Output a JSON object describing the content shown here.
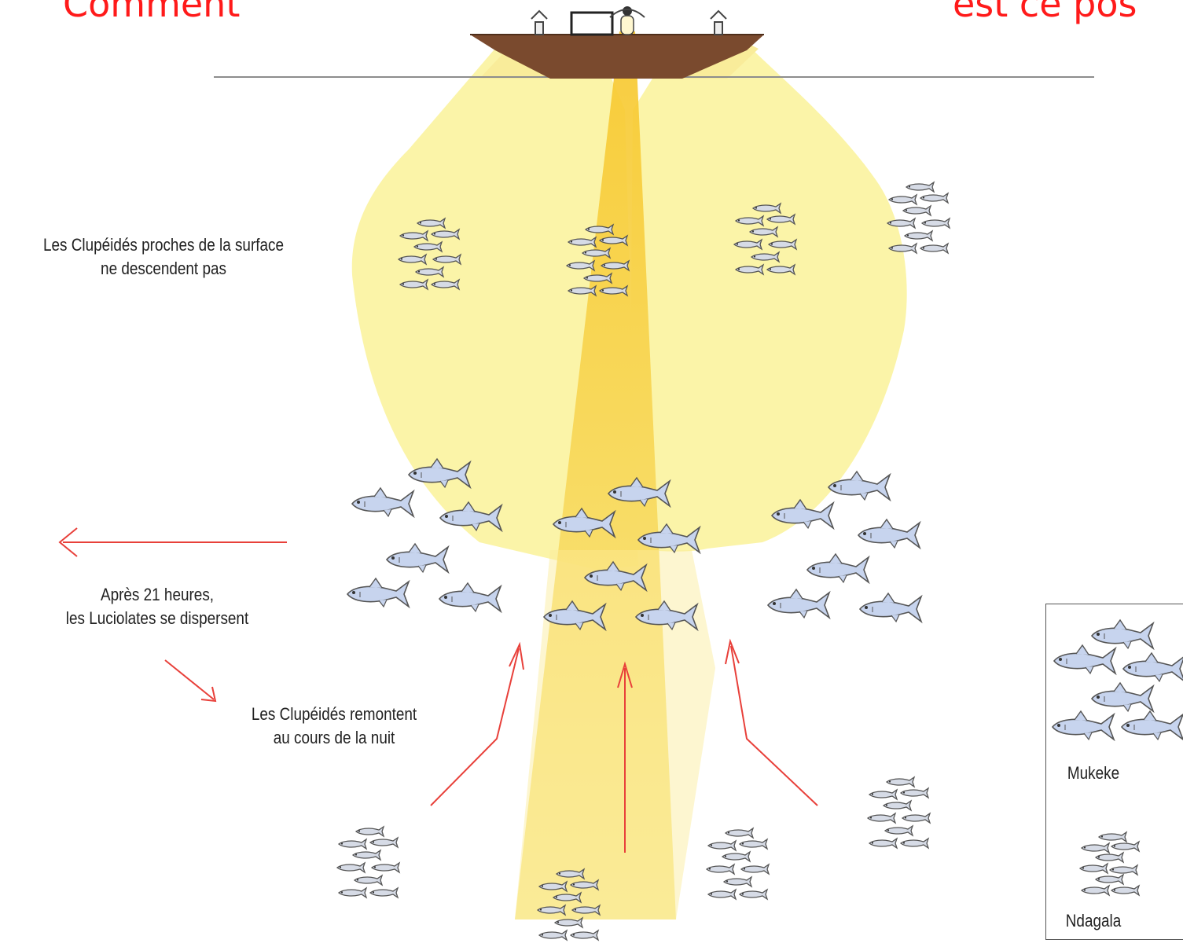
{
  "titles": {
    "left": "Comment",
    "right": "est ce pos"
  },
  "labels": {
    "surface_note": [
      "Les Clupéidés proches de la surface",
      "ne descendent pas"
    ],
    "dispersal_note": [
      "Après 21 heures,",
      "les Luciolates se dispersent"
    ],
    "ascent_note": [
      "Les Clupéidés remontent",
      "au cours de la nuit"
    ]
  },
  "legend": {
    "large_fish": "Mukeke",
    "small_fish": "Ndagala"
  },
  "colors": {
    "light_pale": "#fbf3a3",
    "light_beam": "#f8d85a",
    "boat_hull": "#7a4a2e",
    "arrow": "#e8403a",
    "fish_fill": "#c7d4ee",
    "title": "#ff1a1a"
  }
}
